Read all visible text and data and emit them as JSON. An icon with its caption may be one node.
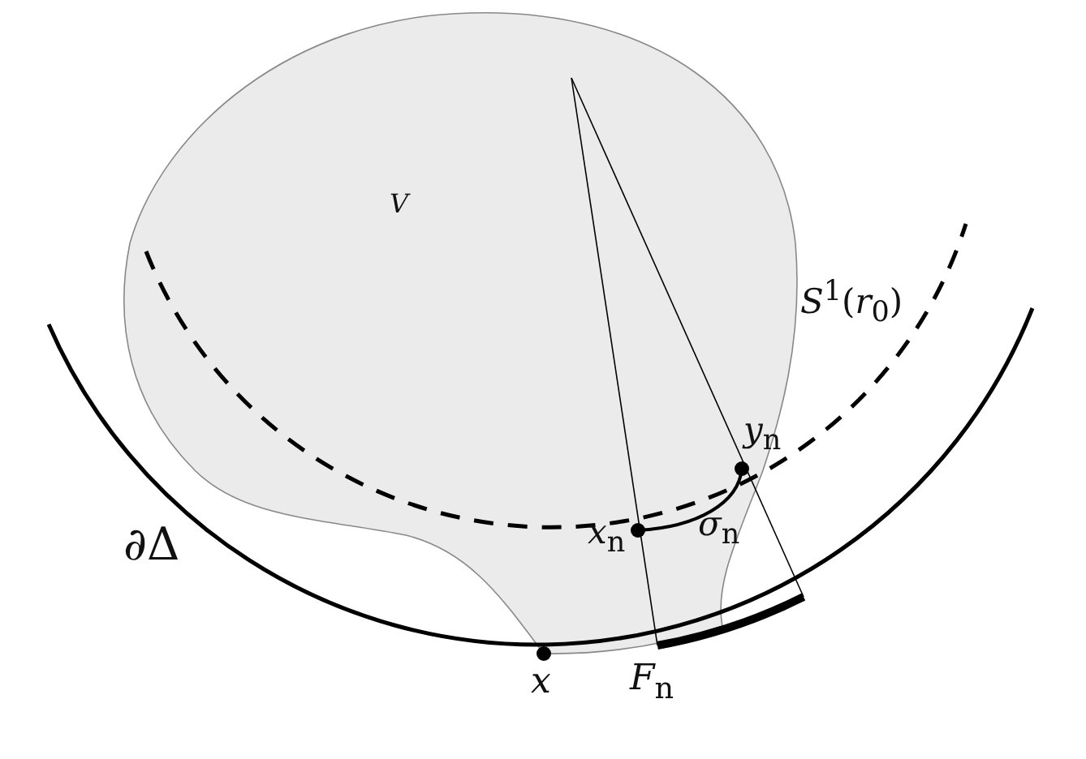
{
  "diagram": {
    "labels": [
      "V",
      "*S*$^{1}$(*r*$_{0}$)",
      "∂Δ",
      "*y*$_{n}$",
      "*x*$_{n}$",
      "*σ*$_{n}$",
      "*x*",
      "*F*$_{n}$"
    ]
  }
}
